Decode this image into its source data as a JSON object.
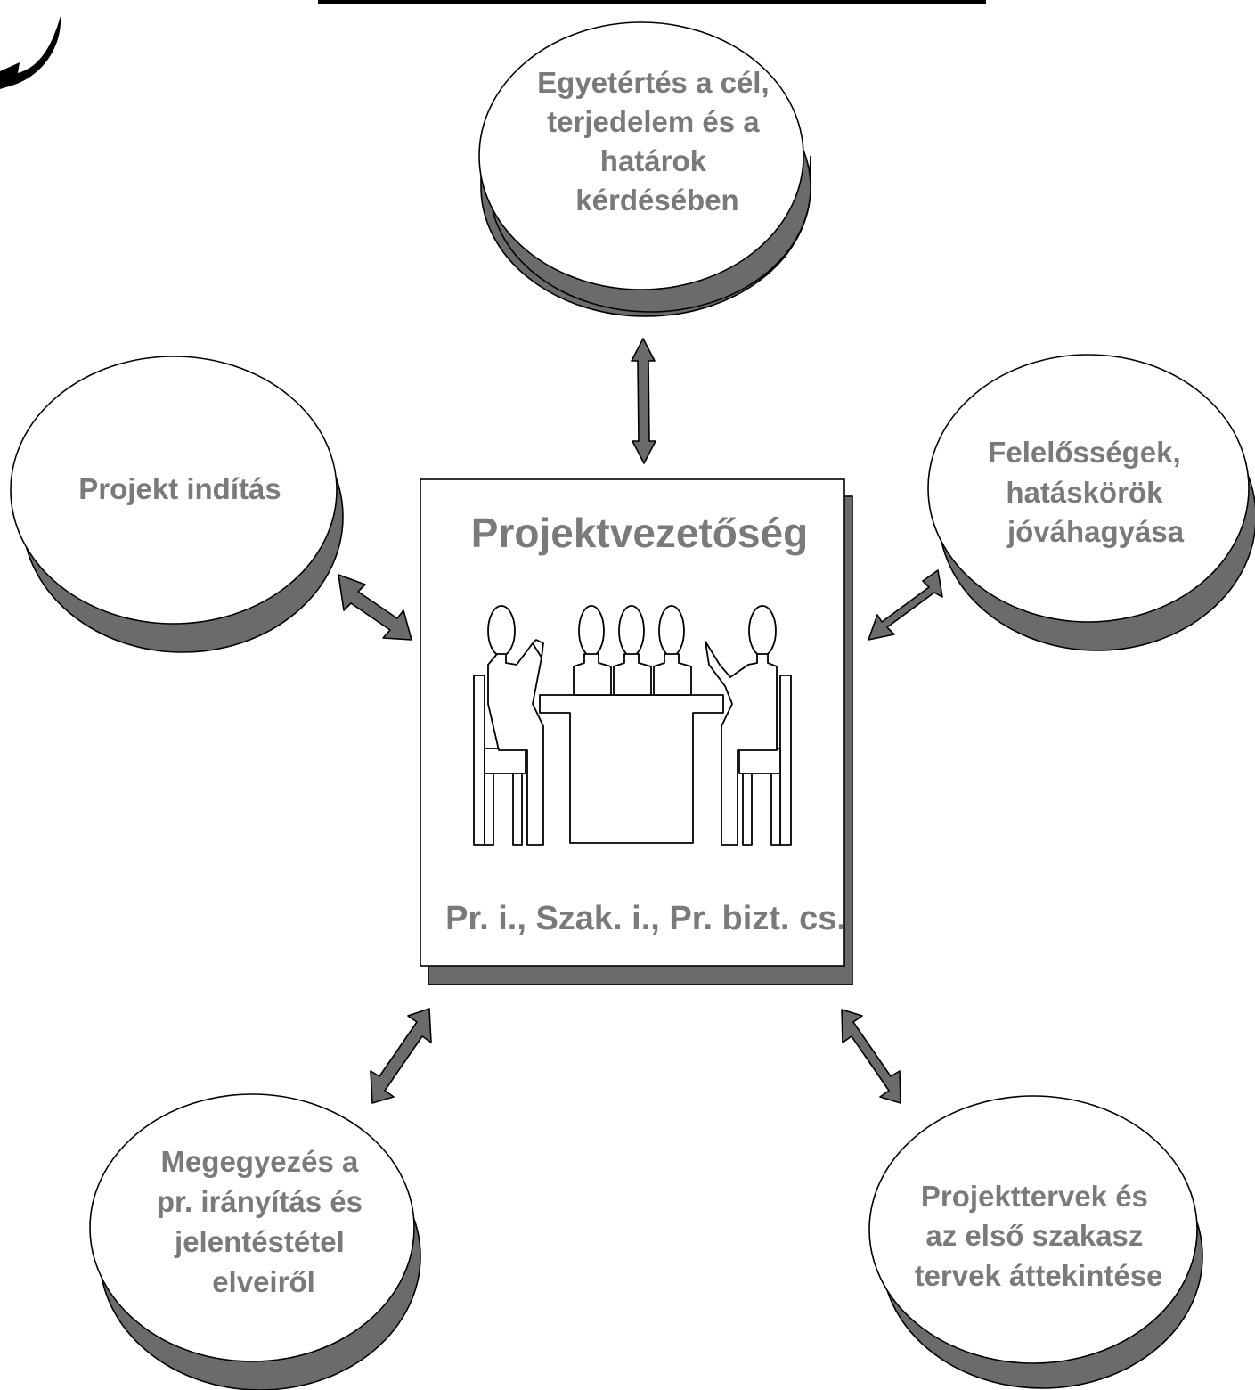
{
  "center": {
    "title": "Projektvezetőség",
    "subtitle": "Pr. i., Szak. i., Pr. bizt. cs."
  },
  "nodes": {
    "top": [
      "Egyetértés a cél,",
      "terjedelem és a",
      "határok",
      "kérdésében"
    ],
    "left": [
      "Projekt indítás"
    ],
    "right": [
      "Felelősségek,",
      "hatáskörök",
      "jóváhagyása"
    ],
    "bottom_left": [
      "Megegyezés a",
      "pr. irányítás és",
      "jelentéstétel",
      "elveiről"
    ],
    "bottom_right": [
      "Projekttervek és",
      "az első szakasz",
      "tervek áttekintése"
    ]
  },
  "colors": {
    "text_gray": "#7a7a7a",
    "shadow_gray": "#6b6b6b",
    "outline": "#000000"
  }
}
